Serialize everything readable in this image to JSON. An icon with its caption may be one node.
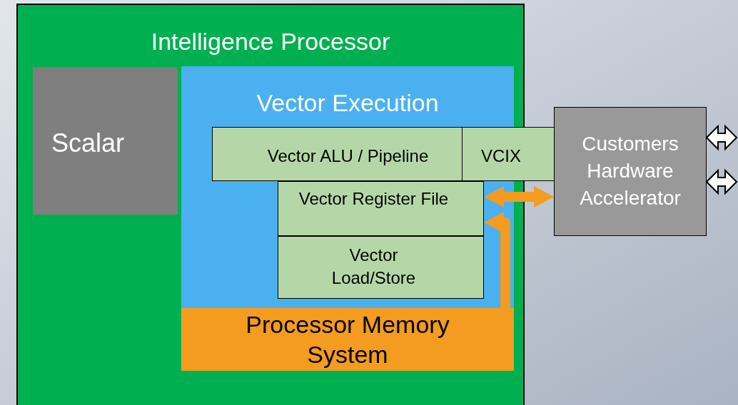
{
  "diagram": {
    "nodes": [
      {
        "text": [
          "Intelligence Processor"
        ]
      },
      {
        "text": [
          "Scalar"
        ],
        "in": 0
      },
      {
        "text": [
          "Vector Execution"
        ],
        "in": 0
      },
      {
        "text": [
          "Vector ALU / Pipeline"
        ],
        "in": 2
      },
      {
        "text": [
          "VCIX"
        ]
      },
      {
        "text": [
          "Vector Register File"
        ],
        "in": 2
      },
      {
        "text": [
          "Vector Load/Store"
        ],
        "in": 2
      },
      {
        "text": [
          "Processor Memory System"
        ],
        "in": 0
      },
      {
        "text": [
          "Customers Hardware Accelerator"
        ]
      }
    ],
    "edges": [
      {
        "from": 5,
        "to": 8,
        "arrow": "both"
      },
      {
        "from": 7,
        "to": 5,
        "arrow": "to"
      },
      {
        "from": 8,
        "to": null,
        "arrow": "both",
        "color": "#ffffff"
      },
      {
        "from": 8,
        "to": null,
        "arrow": "both",
        "color": "#ffffff"
      }
    ]
  }
}
